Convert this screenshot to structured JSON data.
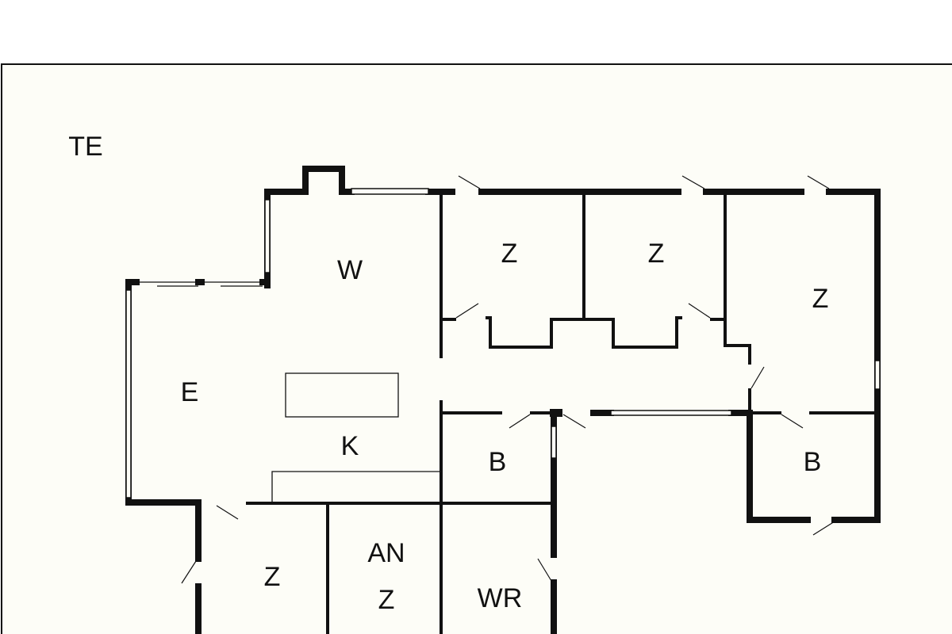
{
  "plan": {
    "site_label": "TE",
    "rooms": [
      {
        "id": "living",
        "label": "W"
      },
      {
        "id": "dining",
        "label": "E"
      },
      {
        "id": "kitchen",
        "label": "K"
      },
      {
        "id": "bedroom-1",
        "label": "Z"
      },
      {
        "id": "bedroom-2",
        "label": "Z"
      },
      {
        "id": "bedroom-3",
        "label": "Z"
      },
      {
        "id": "bathroom-1",
        "label": "B"
      },
      {
        "id": "bathroom-2",
        "label": "B"
      },
      {
        "id": "bedroom-4",
        "label": "Z"
      },
      {
        "id": "annex-line1",
        "label": "AN"
      },
      {
        "id": "annex-line2",
        "label": "Z"
      },
      {
        "id": "utility",
        "label": "WR"
      }
    ]
  }
}
